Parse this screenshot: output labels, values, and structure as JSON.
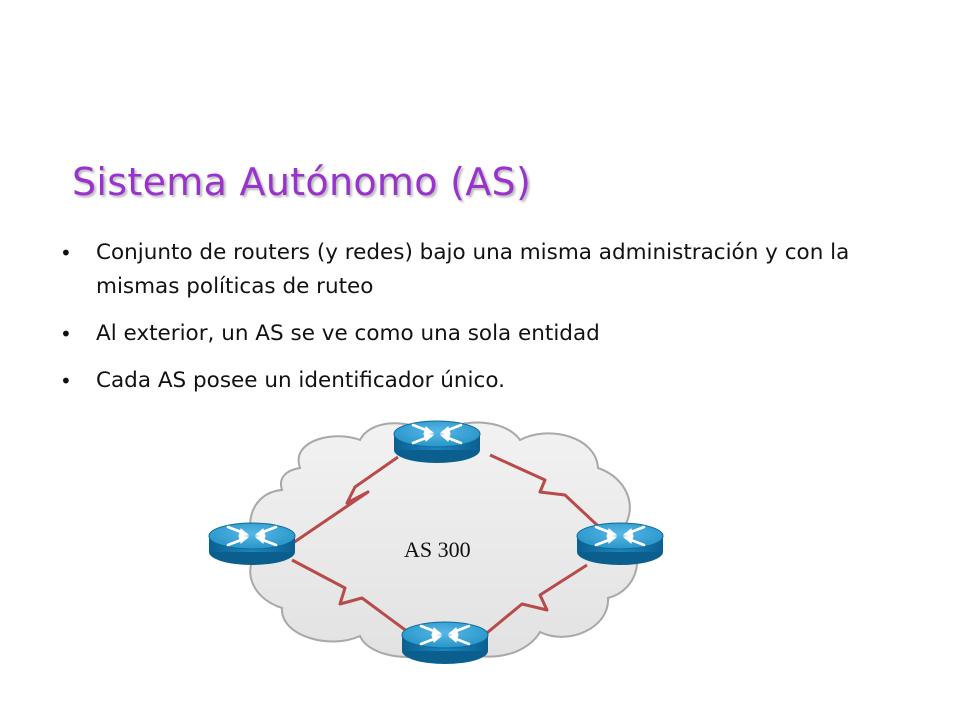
{
  "slide": {
    "title": "Sistema Autónomo (AS)",
    "title_color": "#9933cc",
    "bullets": [
      "Conjunto de routers (y redes) bajo una misma administración y con la mismas políticas de ruteo",
      "Al exterior, un AS se ve como una sola entidad",
      "Cada AS posee un identificador único."
    ]
  },
  "diagram": {
    "cloud_label": "AS 300",
    "link_color": "#b84a4a",
    "router_color": "#1f8fc4",
    "nodes": [
      {
        "id": "router-top",
        "icon": "router-icon"
      },
      {
        "id": "router-left",
        "icon": "router-icon"
      },
      {
        "id": "router-right",
        "icon": "router-icon"
      },
      {
        "id": "router-bottom",
        "icon": "router-icon"
      }
    ],
    "links": [
      {
        "from": "router-top",
        "to": "router-left",
        "style": "serial"
      },
      {
        "from": "router-top",
        "to": "router-right",
        "style": "serial"
      },
      {
        "from": "router-left",
        "to": "router-bottom",
        "style": "serial"
      },
      {
        "from": "router-right",
        "to": "router-bottom",
        "style": "serial"
      }
    ]
  }
}
